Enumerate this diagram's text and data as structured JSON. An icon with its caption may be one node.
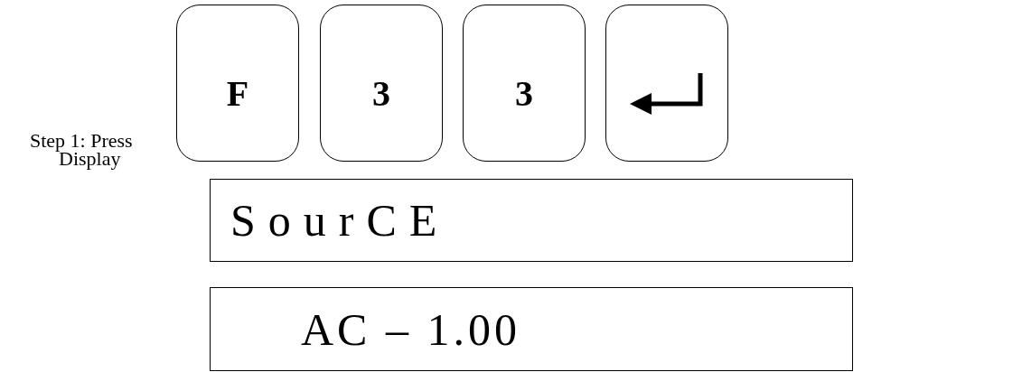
{
  "diagram": {
    "nodes": [
      {
        "text": [
          "F"
        ]
      },
      {
        "text": [
          "3"
        ]
      },
      {
        "text": [
          "3"
        ]
      },
      {
        "text": [],
        "shape": "box"
      },
      {
        "text": [
          "SourCE"
        ]
      },
      {
        "text": [
          "AC – 1.00"
        ]
      }
    ],
    "labels": [
      "Step 1: Press",
      "Display"
    ]
  }
}
